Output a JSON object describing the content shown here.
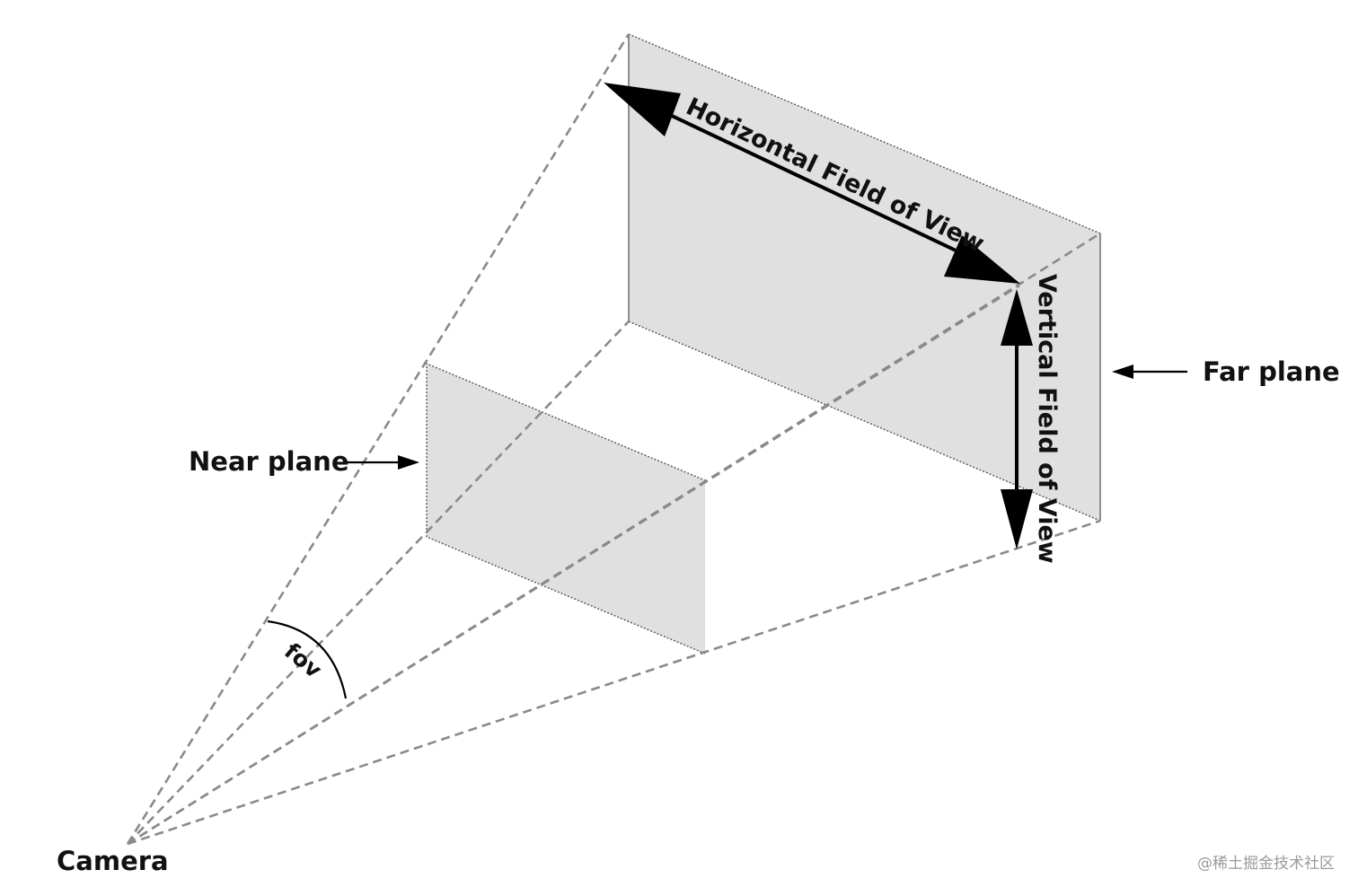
{
  "labels": {
    "horizontal_fov": "Horizontal Field of View",
    "vertical_fov": "Vertical Field of View",
    "far_plane": "Far plane",
    "near_plane": "Near plane",
    "fov": "fov",
    "camera": "Camera"
  },
  "watermark": "@稀土掘金技术社区",
  "colors": {
    "plane_fill": "#e0e0e0",
    "frustum_line": "#8a8a8a",
    "text": "#111111"
  }
}
